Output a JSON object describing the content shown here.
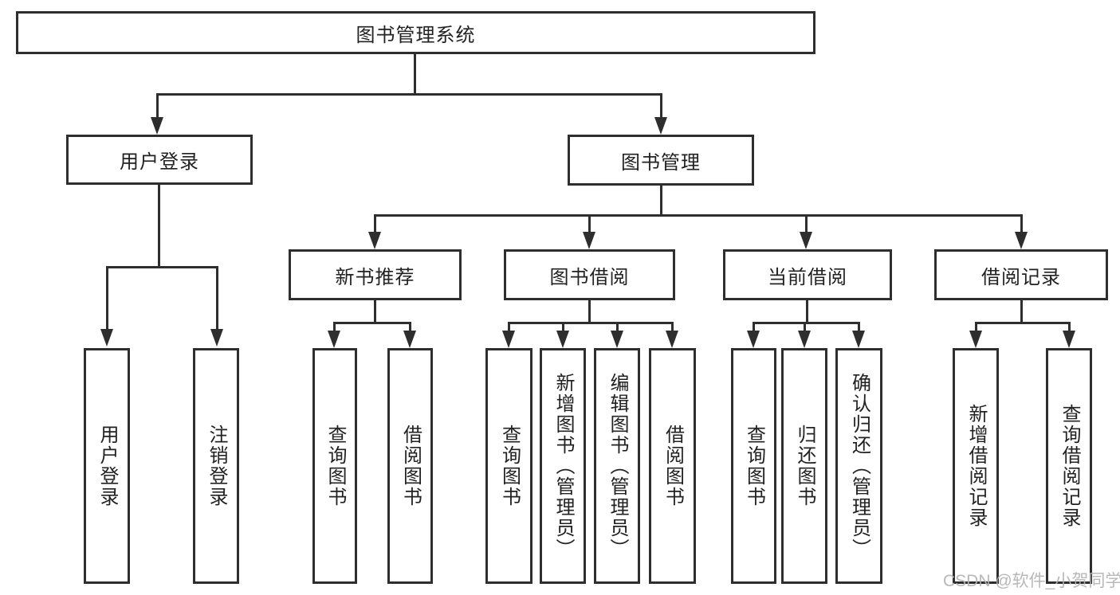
{
  "diagram": {
    "type": "hierarchy-tree",
    "colors": {
      "line": "#2e2e2e",
      "box_border": "#2e2e2e",
      "box_background": "#ffffff",
      "text": "#222222",
      "watermark_text": "#b2b2b2",
      "page_background": "#ffffff"
    },
    "nodes": {
      "root": {
        "label": "图书管理系统"
      },
      "level2": {
        "user_login": {
          "label": "用户登录"
        },
        "book_mgmt": {
          "label": "图书管理"
        }
      },
      "level3": {
        "new_book_rec": {
          "label": "新书推荐"
        },
        "book_borrow": {
          "label": "图书借阅"
        },
        "current_borrow": {
          "label": "当前借阅"
        },
        "borrow_records": {
          "label": "借阅记录"
        }
      },
      "leaves": {
        "login_user_login": {
          "label": "用户登录",
          "parent": "用户登录"
        },
        "login_logout": {
          "label": "注销登录",
          "parent": "用户登录"
        },
        "nbr_query_books": {
          "label": "查询图书",
          "parent": "新书推荐"
        },
        "nbr_borrow_books": {
          "label": "借阅图书",
          "parent": "新书推荐"
        },
        "bb_query_books": {
          "label": "查询图书",
          "parent": "图书借阅"
        },
        "bb_add_books": {
          "label": "新增图书（管理员）",
          "parent": "图书借阅"
        },
        "bb_edit_books": {
          "label": "编辑图书（管理员）",
          "parent": "图书借阅"
        },
        "bb_borrow_books": {
          "label": "借阅图书",
          "parent": "图书借阅"
        },
        "cb_query_books": {
          "label": "查询图书",
          "parent": "当前借阅"
        },
        "cb_return_books": {
          "label": "归还图书",
          "parent": "当前借阅"
        },
        "cb_confirm_return": {
          "label": "确认归还（管理员）",
          "parent": "当前借阅"
        },
        "br_add_record": {
          "label": "新增借阅记录",
          "parent": "借阅记录"
        },
        "br_query_record": {
          "label": "查询借阅记录",
          "parent": "借阅记录"
        }
      }
    },
    "watermark": {
      "text": "CSDN @软件_小贺同学"
    }
  }
}
